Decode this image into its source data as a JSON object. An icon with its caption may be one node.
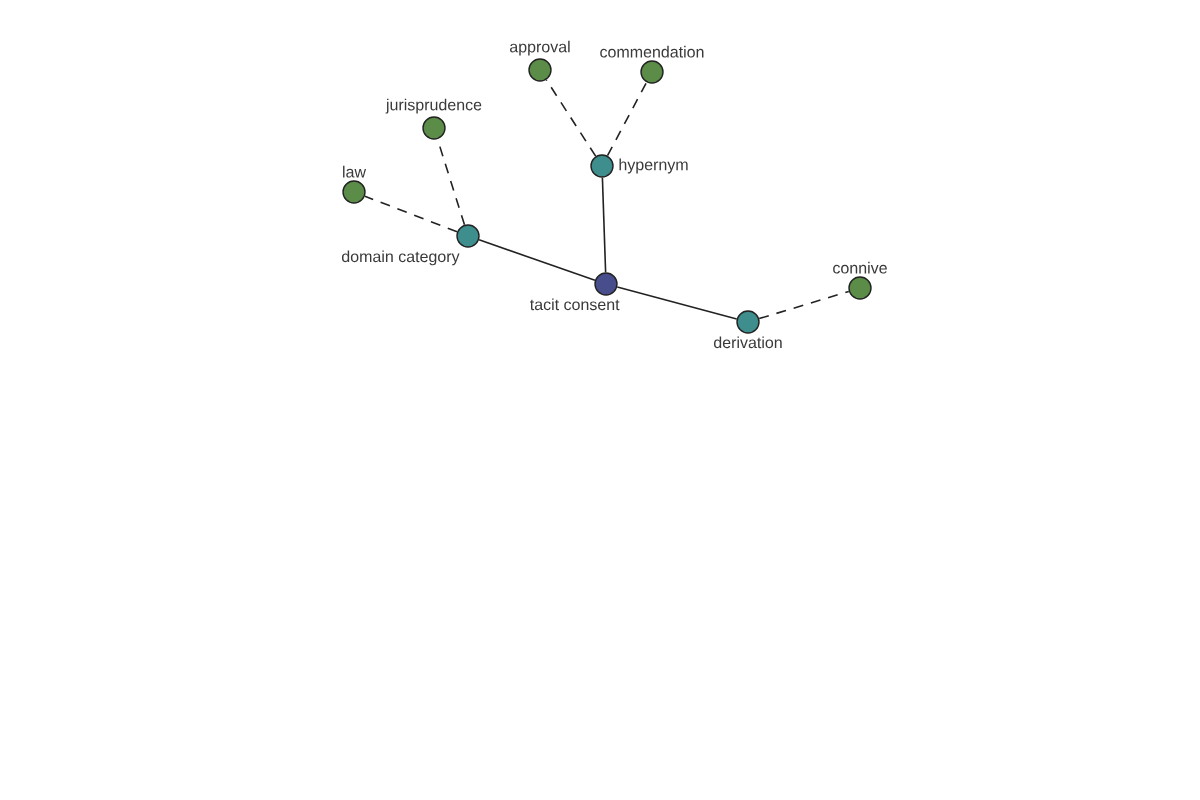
{
  "diagram": {
    "nodes": [
      {
        "text": [
          "approval"
        ]
      },
      {
        "text": [
          "commendation"
        ]
      },
      {
        "text": [
          "jurisprudence"
        ]
      },
      {
        "text": [
          "hypernym"
        ]
      },
      {
        "text": [
          "law"
        ]
      },
      {
        "text": [
          "domain category"
        ]
      },
      {
        "text": [
          "tacit consent"
        ]
      },
      {
        "text": [
          "connive"
        ]
      },
      {
        "text": [
          "derivation"
        ]
      }
    ],
    "edges": [
      {
        "from": 6,
        "to": 3,
        "arrow": "none"
      },
      {
        "from": 6,
        "to": 5,
        "arrow": "none"
      },
      {
        "from": 6,
        "to": 8,
        "arrow": "none"
      },
      {
        "from": 3,
        "to": 0,
        "arrow": "none",
        "style": "dashed"
      },
      {
        "from": 3,
        "to": 1,
        "arrow": "none",
        "style": "dashed"
      },
      {
        "from": 5,
        "to": 2,
        "arrow": "none",
        "style": "dashed"
      },
      {
        "from": 5,
        "to": 4,
        "arrow": "none",
        "style": "dashed"
      },
      {
        "from": 8,
        "to": 7,
        "arrow": "none",
        "style": "dashed"
      }
    ]
  }
}
